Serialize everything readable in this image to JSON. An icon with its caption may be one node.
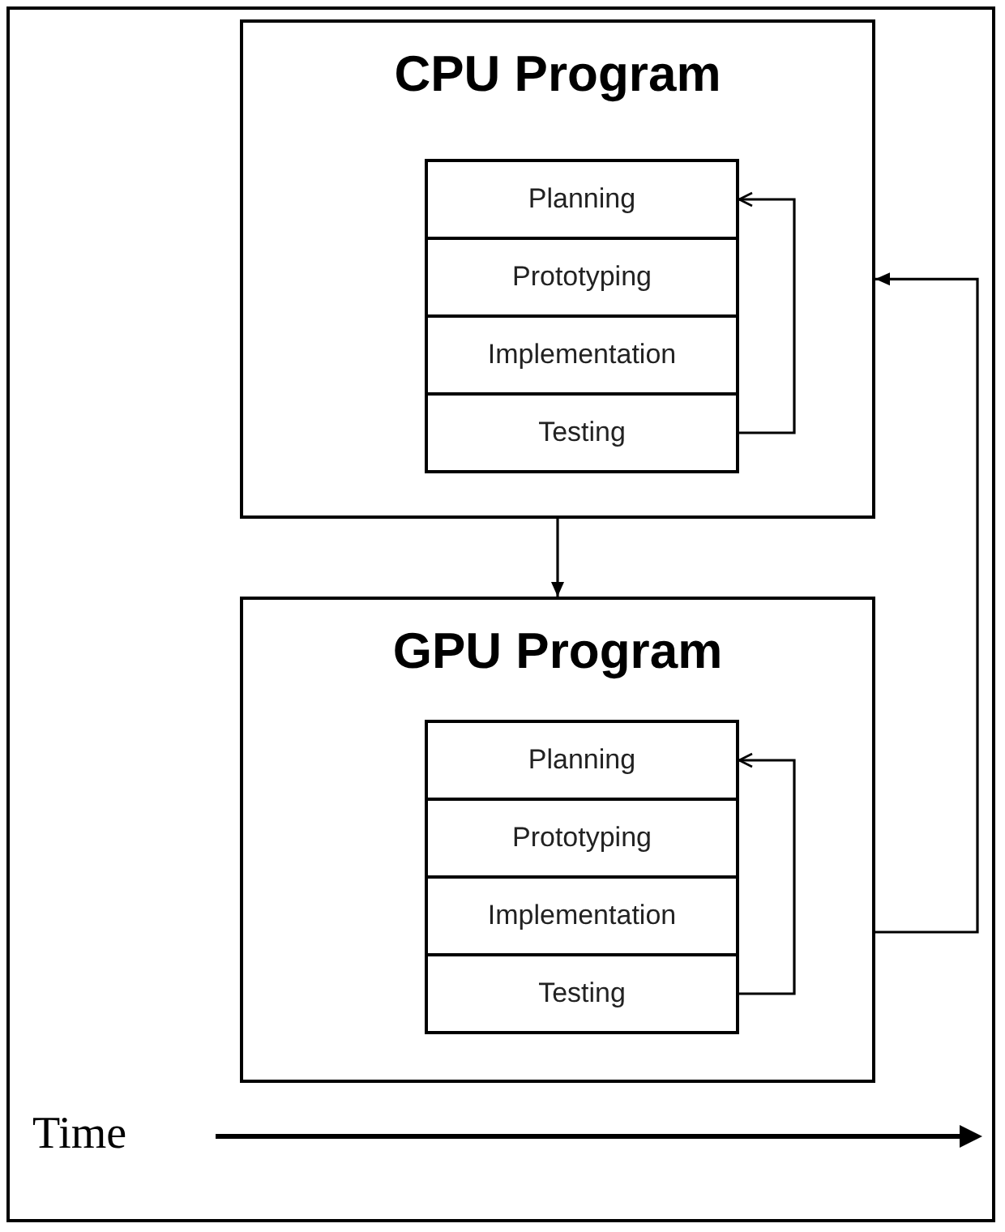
{
  "diagram": {
    "nodes": [
      {
        "text": [
          "CPU Program"
        ]
      },
      {
        "text": [
          "Planning"
        ],
        "in": 0
      },
      {
        "text": [
          "Prototyping"
        ],
        "in": 0
      },
      {
        "text": [
          "Implementation"
        ],
        "in": 0
      },
      {
        "text": [
          "Testing"
        ],
        "in": 0
      },
      {
        "text": [
          "GPU Program"
        ]
      },
      {
        "text": [
          "Planning"
        ],
        "in": 5
      },
      {
        "text": [
          "Prototyping"
        ],
        "in": 5
      },
      {
        "text": [
          "Implementation"
        ],
        "in": 5
      },
      {
        "text": [
          "Testing"
        ],
        "in": 5
      }
    ],
    "edges": [
      {
        "from": 4,
        "to": 1,
        "arrow": "to"
      },
      {
        "from": 0,
        "to": 5,
        "arrow": "to"
      },
      {
        "from": 5,
        "to": 0,
        "arrow": "to"
      },
      {
        "from": 9,
        "to": 6,
        "arrow": "to"
      }
    ],
    "labels": [
      "Time"
    ]
  }
}
